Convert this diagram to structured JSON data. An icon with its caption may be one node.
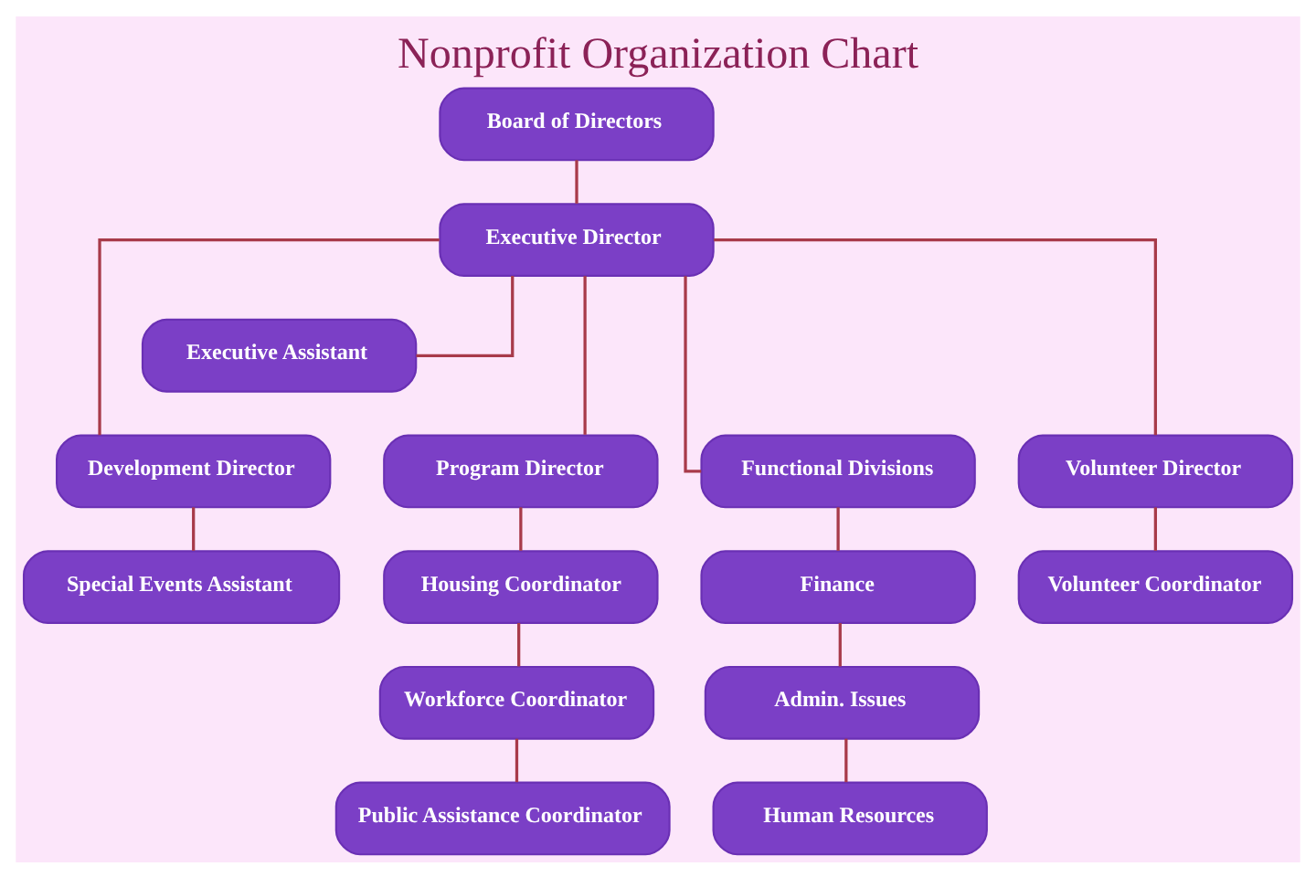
{
  "diagram": {
    "title": "Nonprofit Organization Chart",
    "nodes": [
      {
        "text": [
          "Board of Directors"
        ]
      },
      {
        "text": [
          "Executive Director"
        ]
      },
      {
        "text": [
          "Executive Assistant"
        ]
      },
      {
        "text": [
          "Development Director"
        ]
      },
      {
        "text": [
          "Program Director"
        ]
      },
      {
        "text": [
          "Functional Divisions"
        ]
      },
      {
        "text": [
          "Volunteer Director"
        ]
      },
      {
        "text": [
          "Special Events Assistant"
        ]
      },
      {
        "text": [
          "Housing Coordinator"
        ]
      },
      {
        "text": [
          "Workforce Coordinator"
        ]
      },
      {
        "text": [
          "Public Assistance Coordinator"
        ]
      },
      {
        "text": [
          "Finance"
        ]
      },
      {
        "text": [
          "Admin. Issues"
        ]
      },
      {
        "text": [
          "Human Resources"
        ]
      },
      {
        "text": [
          "Volunteer Coordinator"
        ]
      }
    ],
    "edges": [
      {
        "from": 0,
        "to": 1,
        "arrow": "none"
      },
      {
        "from": 1,
        "to": 2,
        "arrow": "none"
      },
      {
        "from": 1,
        "to": 3,
        "arrow": "none"
      },
      {
        "from": 1,
        "to": 4,
        "arrow": "none"
      },
      {
        "from": 1,
        "to": 5,
        "arrow": "none"
      },
      {
        "from": 1,
        "to": 6,
        "arrow": "none"
      },
      {
        "from": 3,
        "to": 7,
        "arrow": "none"
      },
      {
        "from": 4,
        "to": 8,
        "arrow": "none"
      },
      {
        "from": 8,
        "to": 9,
        "arrow": "none"
      },
      {
        "from": 9,
        "to": 10,
        "arrow": "none"
      },
      {
        "from": 5,
        "to": 11,
        "arrow": "none"
      },
      {
        "from": 11,
        "to": 12,
        "arrow": "none"
      },
      {
        "from": 12,
        "to": 13,
        "arrow": "none"
      },
      {
        "from": 6,
        "to": 14,
        "arrow": "none"
      }
    ]
  }
}
